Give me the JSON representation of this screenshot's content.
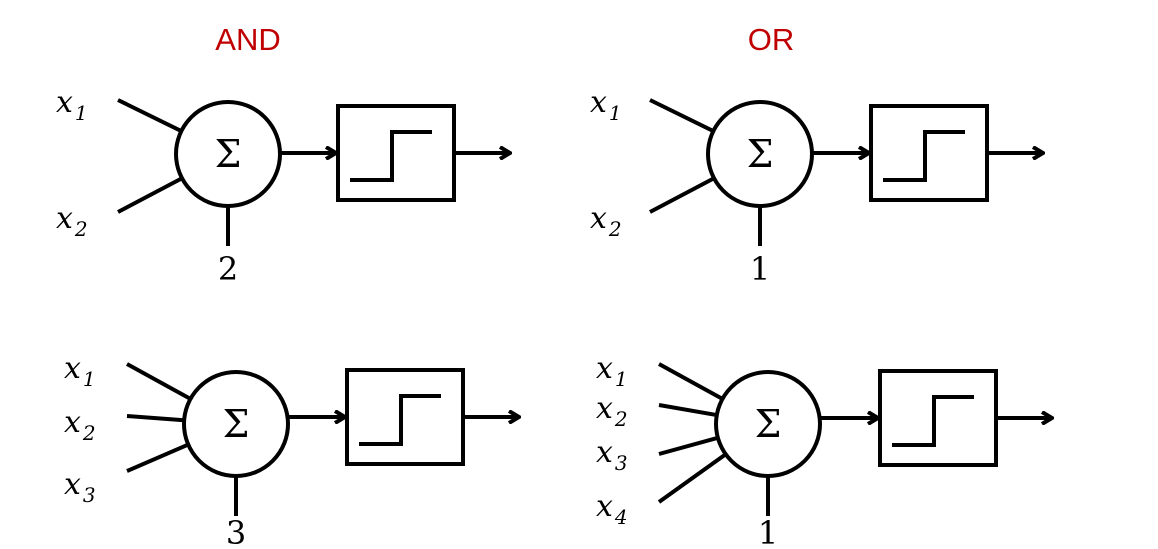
{
  "diagram": {
    "titles": {
      "and": "AND",
      "or": "OR"
    },
    "title_color": "#c00000",
    "sum_symbol": "Σ",
    "neurons": [
      {
        "id": "and-2-input",
        "gate": "AND",
        "inputs": [
          {
            "var": "x",
            "sub": "1"
          },
          {
            "var": "x",
            "sub": "2"
          }
        ],
        "threshold": "2",
        "activation": "step"
      },
      {
        "id": "or-2-input",
        "gate": "OR",
        "inputs": [
          {
            "var": "x",
            "sub": "1"
          },
          {
            "var": "x",
            "sub": "2"
          }
        ],
        "threshold": "1",
        "activation": "step"
      },
      {
        "id": "and-3-input",
        "gate": "AND",
        "inputs": [
          {
            "var": "x",
            "sub": "1"
          },
          {
            "var": "x",
            "sub": "2"
          },
          {
            "var": "x",
            "sub": "3"
          }
        ],
        "threshold": "3",
        "activation": "step"
      },
      {
        "id": "or-4-input",
        "gate": "OR",
        "inputs": [
          {
            "var": "x",
            "sub": "1"
          },
          {
            "var": "x",
            "sub": "2"
          },
          {
            "var": "x",
            "sub": "3"
          },
          {
            "var": "x",
            "sub": "4"
          }
        ],
        "threshold": "1",
        "activation": "step"
      }
    ]
  }
}
